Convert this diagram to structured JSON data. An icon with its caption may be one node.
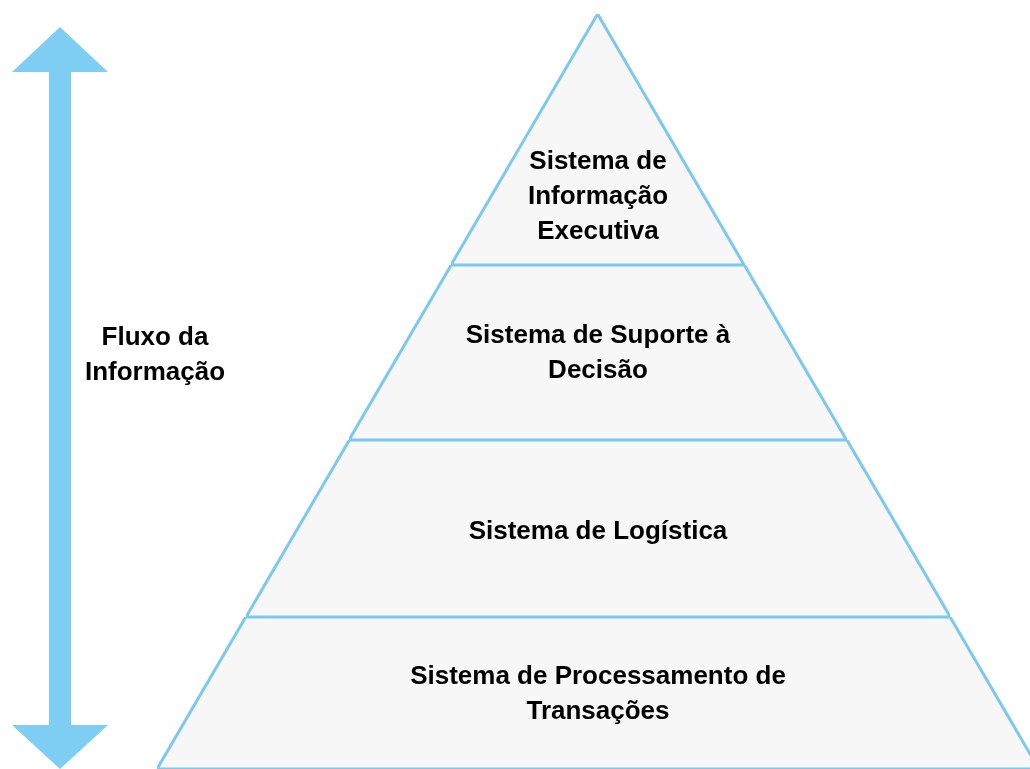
{
  "diagram": {
    "nodes": [
      {
        "text": [
          "Sistema de Informação Executiva"
        ]
      },
      {
        "text": [
          "Sistema de Suporte à Decisão"
        ]
      },
      {
        "text": [
          "Sistema de Logística"
        ]
      },
      {
        "text": [
          "Sistema de Processamento de Transações"
        ]
      }
    ],
    "labels": [
      "Fluxo da Informação"
    ]
  }
}
